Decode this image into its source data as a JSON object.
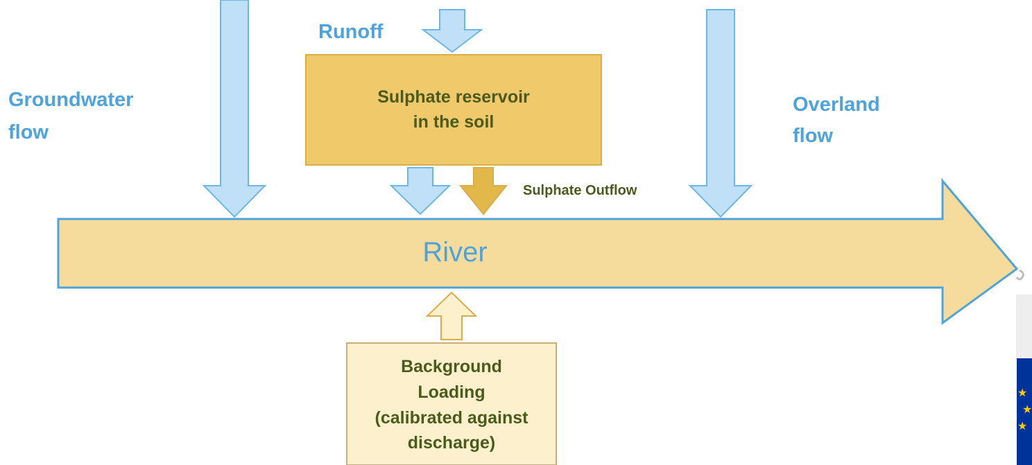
{
  "diagram": {
    "labels": {
      "runoff": "Runoff",
      "groundwater_line1": "Groundwater",
      "groundwater_line2": "flow",
      "overland_line1": "Overland",
      "overland_line2": "flow",
      "reservoir_line1": "Sulphate reservoir",
      "reservoir_line2": "in the soil",
      "sulphate_outflow": "Sulphate Outflow",
      "river": "River",
      "background_line1": "Background",
      "background_line2": "Loading",
      "background_line3": "(calibrated against",
      "background_line4": "discharge)"
    },
    "colors": {
      "water_arrow_fill": "#bfe0f7",
      "water_arrow_stroke": "#6bb7e8",
      "label_blue": "#4ea3dd",
      "label_dark_green": "#4b5a1d",
      "reservoir_fill": "#f0c96b",
      "reservoir_stroke": "#d9ad4a",
      "river_fill": "#f6dc9c",
      "river_stroke": "#4ea3dd",
      "outflow_arrow_fill": "#e3b84a",
      "background_box_fill": "#fcf0cd",
      "background_box_stroke": "#c9b07a",
      "background_arrow_fill": "#fcf0cd",
      "background_arrow_stroke": "#d9ad4a",
      "eu_flag_blue": "#003399",
      "eu_star_yellow": "#ffcc00"
    },
    "icons": [
      "eu-flag-icon",
      "decorative-swirl-icon"
    ]
  }
}
